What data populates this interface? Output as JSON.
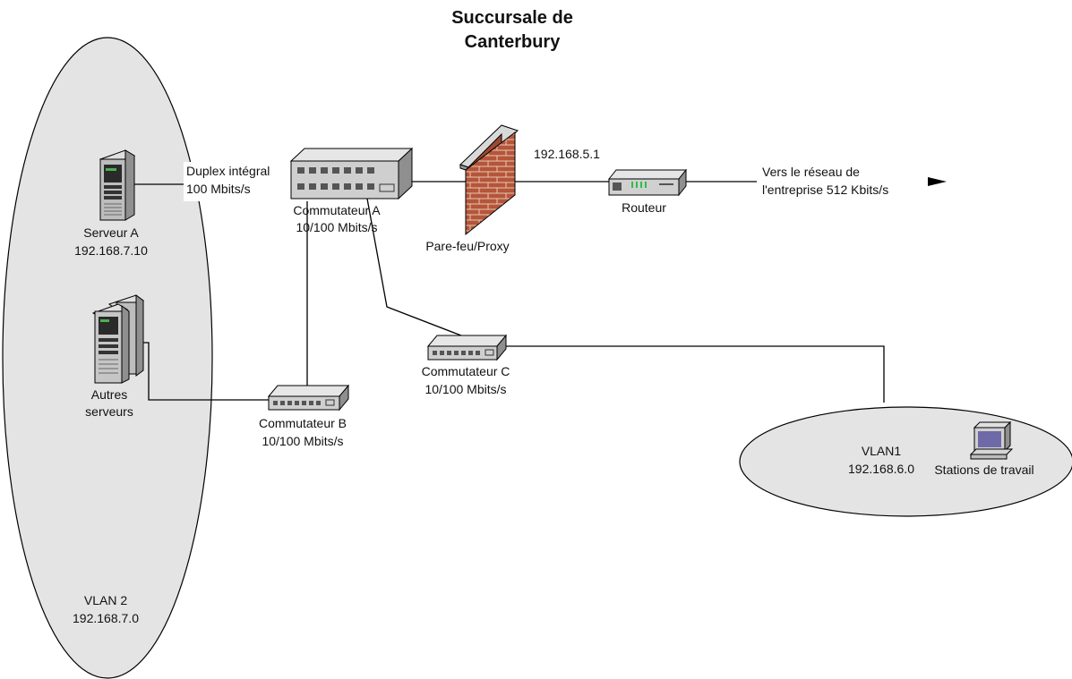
{
  "title": {
    "line1": "Succursale de",
    "line2": "Canterbury"
  },
  "devices": {
    "server_a": {
      "name": "Serveur A",
      "ip": "192.168.7.10"
    },
    "other_servers": {
      "line1": "Autres",
      "line2": "serveurs"
    },
    "switch_a": {
      "name": "Commutateur A",
      "speed": "10/100 Mbits/s"
    },
    "switch_b": {
      "name": "Commutateur B",
      "speed": "10/100 Mbits/s"
    },
    "switch_c": {
      "name": "Commutateur C",
      "speed": "10/100 Mbits/s"
    },
    "firewall": {
      "name": "Pare-feu/Proxy"
    },
    "router": {
      "name": "Routeur",
      "ip": "192.168.5.1"
    },
    "workstations": {
      "name": "Stations de travail"
    }
  },
  "links": {
    "server_link_line1": "Duplex intégral",
    "server_link_line2": "100 Mbits/s",
    "wan_line1": "Vers le réseau de",
    "wan_line2": "l'entreprise 512 Kbits/s"
  },
  "zones": {
    "vlan2": {
      "name": "VLAN 2",
      "subnet": "192.168.7.0"
    },
    "vlan1": {
      "name": "VLAN1",
      "subnet": "192.168.6.0"
    }
  },
  "colors": {
    "zone_fill": "#e4e4e4",
    "brick": "#b5553a",
    "device_gray": "#c9c9c9",
    "led_green": "#2bbf4a"
  }
}
